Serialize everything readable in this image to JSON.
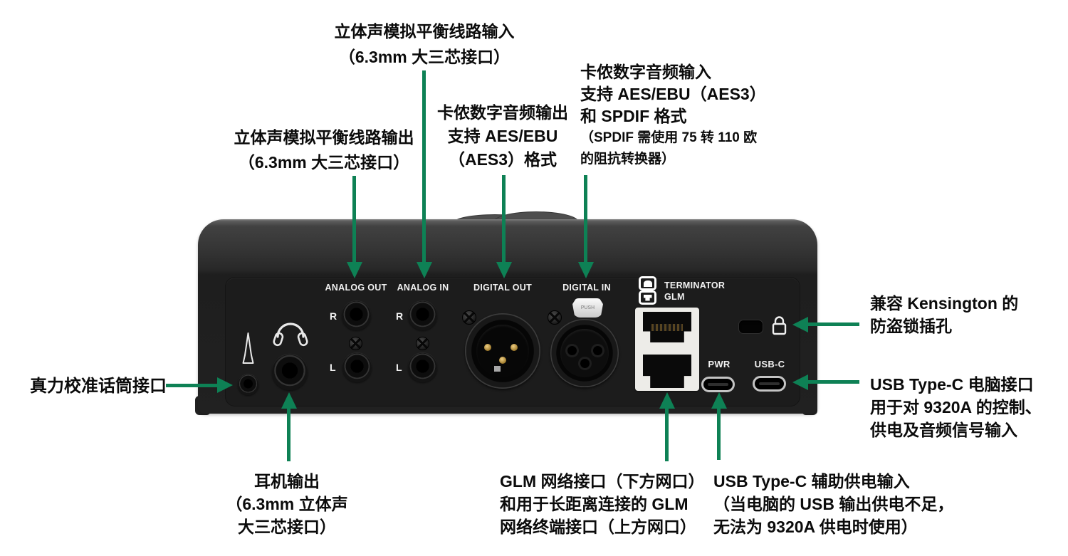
{
  "colors": {
    "accent_green": "#0E8155",
    "panel_black": "#1c1c1c",
    "background": "#ffffff"
  },
  "panel": {
    "analog_out": "ANALOG OUT",
    "analog_in": "ANALOG IN",
    "digital_out": "DIGITAL OUT",
    "digital_in": "DIGITAL IN",
    "terminator": "TERMINATOR",
    "glm": "GLM",
    "pwr": "PWR",
    "usb_c": "USB-C",
    "right_ch": "R",
    "left_ch": "L",
    "push": "PUSH"
  },
  "labels": {
    "analog_in": {
      "l1": "立体声模拟平衡线路输入",
      "l2": "（6.3mm 大三芯接口）"
    },
    "analog_out": {
      "l1": "立体声模拟平衡线路输出",
      "l2": "（6.3mm 大三芯接口）"
    },
    "digital_out": {
      "l1": "卡侬数字音频输出",
      "l2": "支持 AES/EBU",
      "l3": "（AES3）格式"
    },
    "digital_in": {
      "l1": "卡侬数字音频输入",
      "l2": "支持 AES/EBU（AES3）",
      "l3": "和 SPDIF 格式",
      "l4": "（SPDIF 需使用 75 转 110 欧",
      "l5": "的阻抗转换器）"
    },
    "cal_mic": {
      "l1": "真力校准话筒接口"
    },
    "headphone": {
      "l1": "耳机输出",
      "l2": "（6.3mm 立体声",
      "l3": "大三芯接口）"
    },
    "glm_net": {
      "l1": "GLM 网络接口（下方网口）",
      "l2": "和用于长距离连接的 GLM",
      "l3": "网络终端接口（上方网口）"
    },
    "usb_aux": {
      "l1": "USB Type-C 辅助供电输入",
      "l2": "（当电脑的 USB 输出供电不足，",
      "l3": "无法为 9320A 供电时使用）"
    },
    "kensington": {
      "l1": "兼容 Kensington 的",
      "l2": "防盗锁插孔"
    },
    "usb_pc": {
      "l1": "USB Type-C 电脑接口",
      "l2": "用于对 9320A 的控制、",
      "l3": "供电及音频信号输入"
    }
  }
}
